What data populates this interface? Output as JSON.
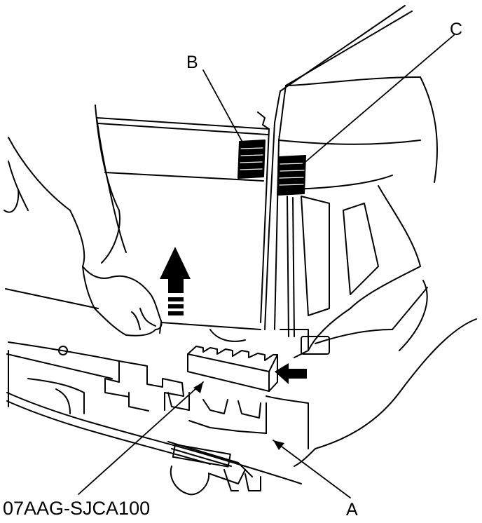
{
  "labels": {
    "part_a": "A",
    "part_b": "B",
    "part_c": "C",
    "tool_number": "07AAG-SJCA100"
  },
  "colors": {
    "ink": "#000000",
    "paper": "#ffffff"
  },
  "icons": {
    "up_arrow": "arrow-up-icon",
    "left_arrow": "arrow-left-icon"
  }
}
